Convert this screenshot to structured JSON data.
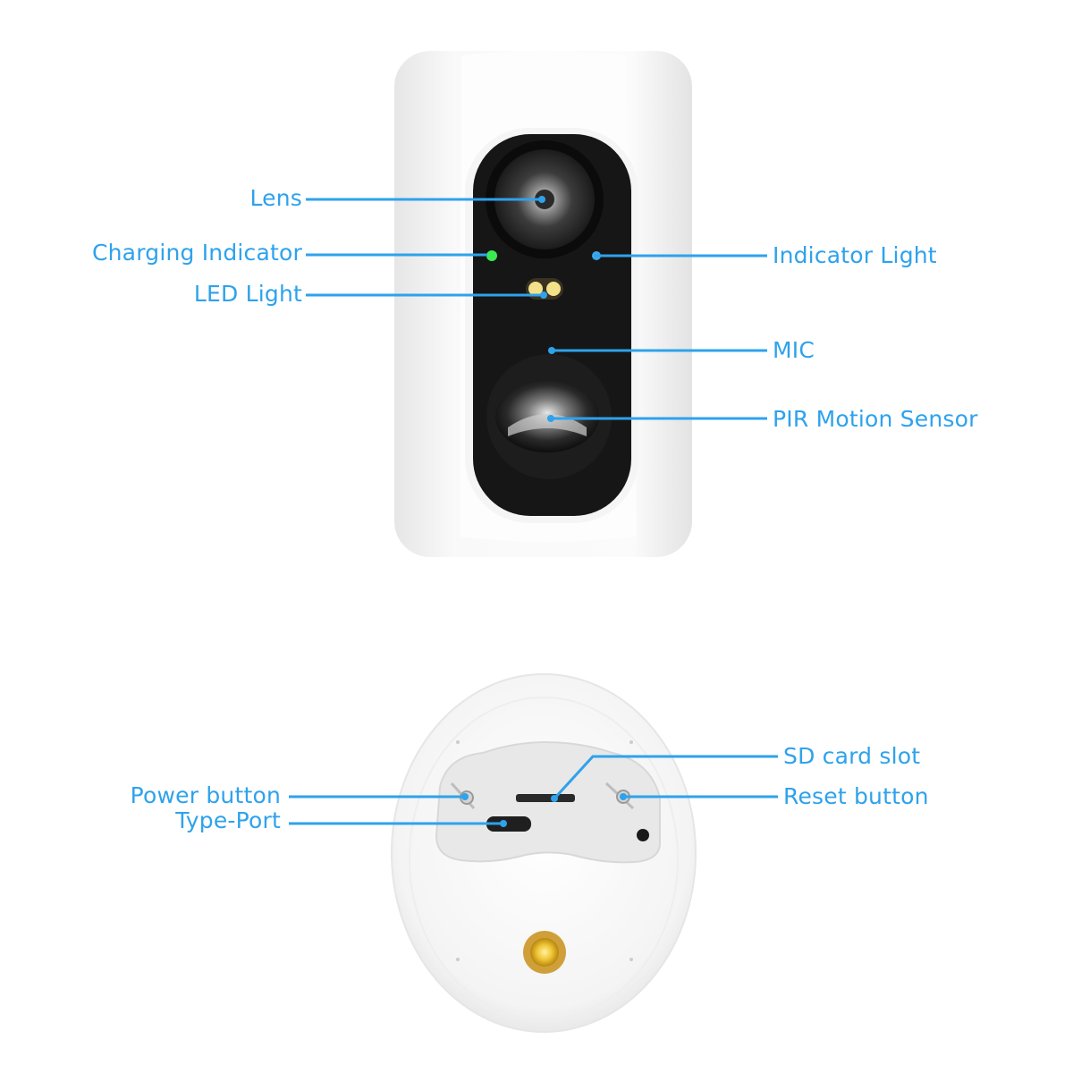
{
  "front_view": {
    "labels": {
      "lens": "Lens",
      "charging_indicator": "Charging Indicator",
      "led_light": "LED Light",
      "indicator_light": "Indicator Light",
      "mic": "MIC",
      "pir_motion_sensor": "PIR Motion Sensor"
    }
  },
  "back_view": {
    "labels": {
      "power_button": "Power button",
      "type_port": "Type-Port",
      "sd_card_slot": "SD card slot",
      "reset_button": "Reset button"
    }
  },
  "colors": {
    "callout": "#2ea2ec",
    "body": "#f2f2f2",
    "panel": "#161616",
    "charging_led": "#3bea52",
    "indicator_led": "#3aa7ee",
    "mount_pad": "#e4b21f"
  }
}
